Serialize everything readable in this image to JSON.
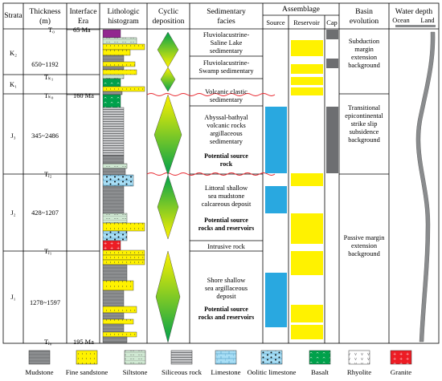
{
  "headers": {
    "strata": "Strata",
    "thickness": "Thickness",
    "thickness_unit": "(m)",
    "interface_1": "Interface",
    "interface_2": "Era",
    "lithologic_1": "Lithologic",
    "lithologic_2": "histogram",
    "cyclic_1": "Cyclic",
    "cyclic_2": "deposition",
    "sedimentary_1": "Sedimentary",
    "sedimentary_2": "facies",
    "assemblage": "Assemblage",
    "source": "Source",
    "reservoir": "Reservoir",
    "cap": "Cap",
    "basin_1": "Basin",
    "basin_2": "evolution",
    "water_1": "Water depth",
    "ocean": "Ocean",
    "land": "Land"
  },
  "strata": [
    {
      "label": "K₂",
      "thickness": "650~1192"
    },
    {
      "label": "K₁",
      "thickness": ""
    },
    {
      "label": "J₃",
      "thickness": "345~2486"
    },
    {
      "label": "J₂",
      "thickness": "428~1207"
    },
    {
      "label": "J₁",
      "thickness": "1278~1597"
    }
  ],
  "interfaces": [
    {
      "tag": "T₀",
      "era": "65 Ma"
    },
    {
      "tag": "Tₖ₁",
      "era": ""
    },
    {
      "tag": "Tₖ₀",
      "era": "160 Ma"
    },
    {
      "tag": "Tⱼ₂",
      "era": ""
    },
    {
      "tag": "Tⱼ₁",
      "era": ""
    },
    {
      "tag": "Tⱼ₀",
      "era": "195 Ma"
    }
  ],
  "facies": [
    {
      "lines": [
        "Fluviolacustrine-",
        "Saline Lake",
        "sedimentary"
      ],
      "bold": false
    },
    {
      "lines": [
        "Fluviolacustrine-",
        "Swamp sedimentary"
      ],
      "bold": false
    },
    {
      "lines": [
        "Volcanic clastic",
        "sedimentary"
      ],
      "bold": false
    },
    {
      "lines": [
        "Abyssal-bathyal",
        "volcanic rocks",
        "argillaceous",
        "sedimentary"
      ],
      "bold": false
    },
    {
      "lines": [
        "Potential source",
        "rock"
      ],
      "bold": true
    },
    {
      "lines": [
        "Littoral shallow",
        "sea mudstone",
        "calcareous deposit"
      ],
      "bold": false
    },
    {
      "lines": [
        "Potential source",
        "rocks and reservoirs"
      ],
      "bold": true
    },
    {
      "lines": [
        "Intrusive rock"
      ],
      "bold": false
    },
    {
      "lines": [
        "Shore shallow",
        "sea argillaceous",
        "deposit"
      ],
      "bold": false
    },
    {
      "lines": [
        "Potential source",
        "rocks and reservoirs"
      ],
      "bold": true
    }
  ],
  "basin": [
    {
      "lines": [
        "Subduction",
        "margin",
        "extension",
        "background"
      ]
    },
    {
      "lines": [
        "Transitional",
        "epicontinental",
        "strike slip",
        "subsidence",
        "background"
      ]
    },
    {
      "lines": [
        "Passive margin",
        "extension",
        "background"
      ]
    }
  ],
  "legend": [
    {
      "label": "Mudstone",
      "pattern": "mudstone"
    },
    {
      "label": "Fine sandstone",
      "pattern": "sandstone"
    },
    {
      "label": "Siltstone",
      "pattern": "siltstone"
    },
    {
      "label": "Siliceous rock",
      "pattern": "siliceous"
    },
    {
      "label": "Limestone",
      "pattern": "limestone"
    },
    {
      "label": "Oolitic limestone",
      "pattern": "oolitic"
    },
    {
      "label": "Basalt",
      "pattern": "basalt"
    },
    {
      "label": "Rhyolite",
      "pattern": "rhyolite"
    },
    {
      "label": "Granite",
      "pattern": "granite"
    }
  ],
  "colors": {
    "source": "#29a8e0",
    "reservoir": "#fff200",
    "cap": "#6d6e71",
    "cycle_green": "#00a14b",
    "cycle_yellow": "#fff200",
    "unconformity": "#e8262e",
    "water_curve": "#8a8c8e"
  }
}
